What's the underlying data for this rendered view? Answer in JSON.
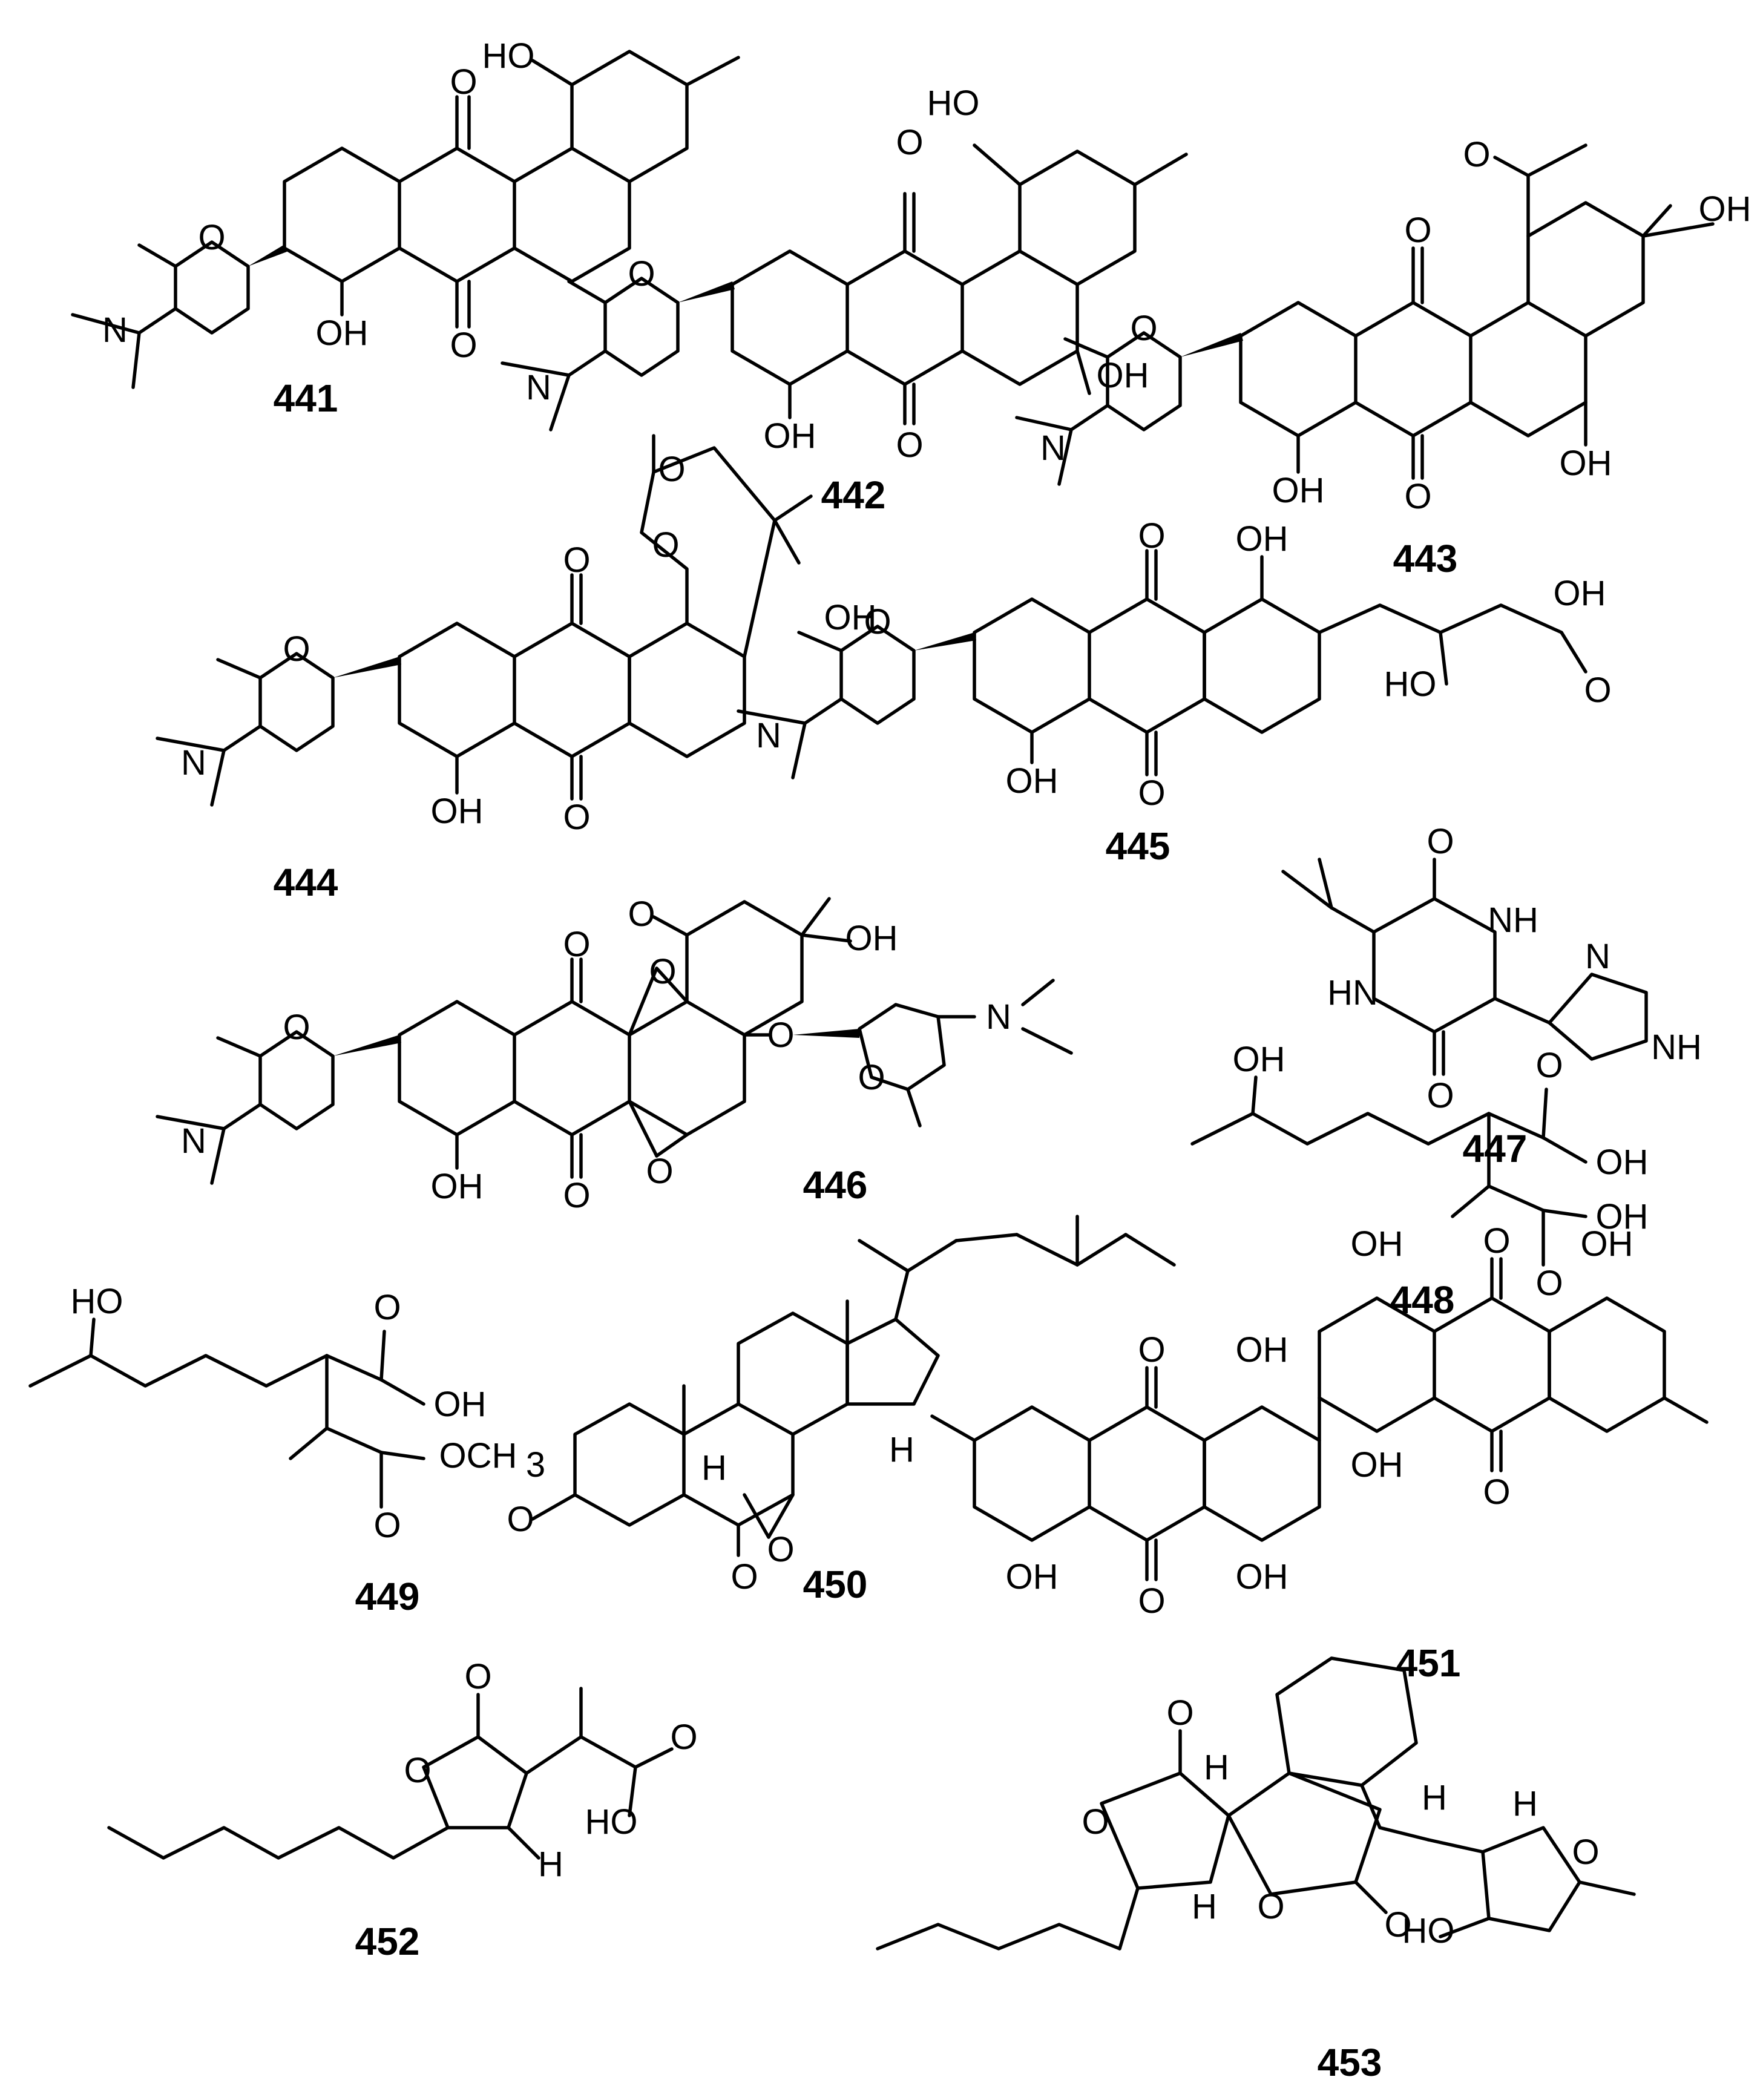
{
  "compounds": [
    {
      "id": "441",
      "label": "441"
    },
    {
      "id": "442",
      "label": "442"
    },
    {
      "id": "443",
      "label": "443"
    },
    {
      "id": "444",
      "label": "444"
    },
    {
      "id": "445",
      "label": "445"
    },
    {
      "id": "446",
      "label": "446"
    },
    {
      "id": "447",
      "label": "447"
    },
    {
      "id": "448",
      "label": "448"
    },
    {
      "id": "449",
      "label": "449"
    },
    {
      "id": "450",
      "label": "450"
    },
    {
      "id": "451",
      "label": "451"
    },
    {
      "id": "452",
      "label": "452"
    },
    {
      "id": "453",
      "label": "453"
    }
  ],
  "atoms": {
    "O": "O",
    "OH": "OH",
    "HO": "HO",
    "N": "N",
    "NH": "NH",
    "HN": "HN",
    "H": "H",
    "OCH": "OCH",
    "sub3": "3"
  }
}
